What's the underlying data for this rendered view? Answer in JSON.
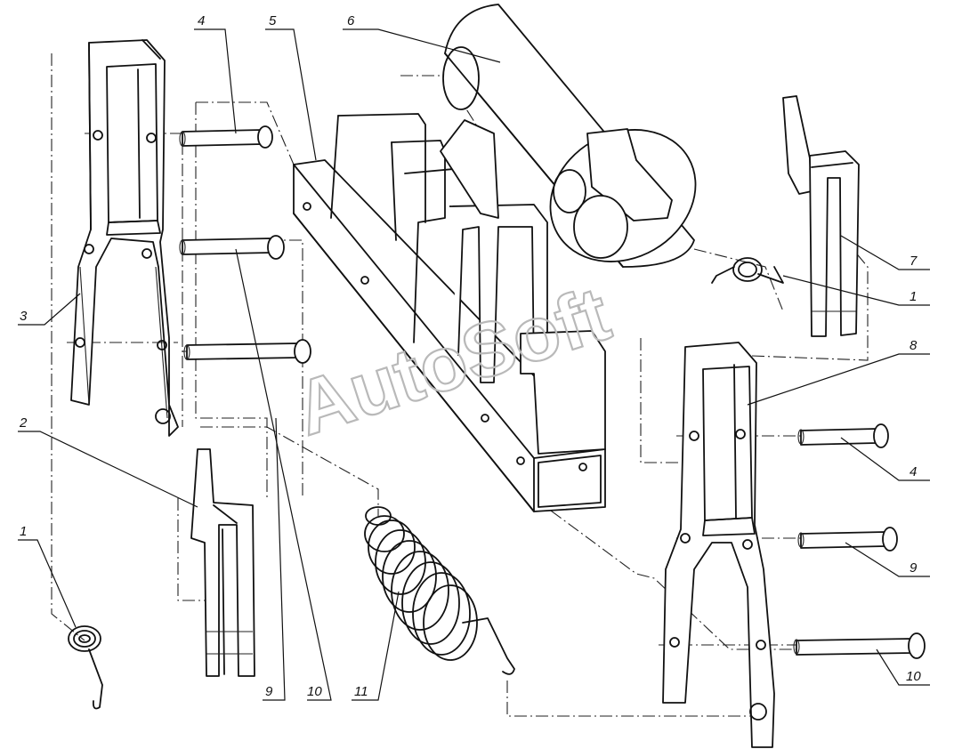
{
  "watermark": "AutoSoft",
  "callouts": [
    {
      "id": "c1a",
      "text": "1"
    },
    {
      "id": "c1b",
      "text": "1"
    },
    {
      "id": "c2",
      "text": "2"
    },
    {
      "id": "c3",
      "text": "3"
    },
    {
      "id": "c4a",
      "text": "4"
    },
    {
      "id": "c4b",
      "text": "4"
    },
    {
      "id": "c5",
      "text": "5"
    },
    {
      "id": "c6",
      "text": "6"
    },
    {
      "id": "c7",
      "text": "7"
    },
    {
      "id": "c8",
      "text": "8"
    },
    {
      "id": "c9a",
      "text": "9"
    },
    {
      "id": "c9b",
      "text": "9"
    },
    {
      "id": "c10a",
      "text": "10"
    },
    {
      "id": "c10b",
      "text": "10"
    },
    {
      "id": "c11",
      "text": "11"
    }
  ]
}
